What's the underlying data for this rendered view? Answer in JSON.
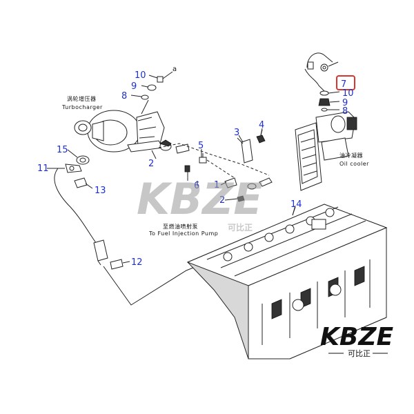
{
  "callouts": {
    "c10a": "10",
    "c9a": "9",
    "c8a": "8",
    "ca": "a",
    "c7": "7",
    "c10b": "10",
    "c9b": "9",
    "c8b": "8",
    "c15": "15",
    "c11": "11",
    "c13": "13",
    "c2a": "2",
    "c3": "3",
    "c4": "4",
    "c5": "5",
    "c6": "6",
    "c1": "1",
    "c2b": "2",
    "c14": "14",
    "c12": "12"
  },
  "labels": {
    "turbo_cn": "涡轮增压器",
    "turbo_en": "Turbocharger",
    "cooler_cn": "油冷凝器",
    "cooler_en": "Oil cooler",
    "pump_cn": "至燃油喷射泵",
    "pump_en": "To Fuel Injection Pump"
  },
  "watermark": {
    "center_brand": "KBZE",
    "center_sub": "可比正",
    "corner_brand": "KBZE",
    "corner_sub": "可比正"
  },
  "colors": {
    "callout_number": "#1d2fd1",
    "highlight_box": "#d9342b"
  }
}
